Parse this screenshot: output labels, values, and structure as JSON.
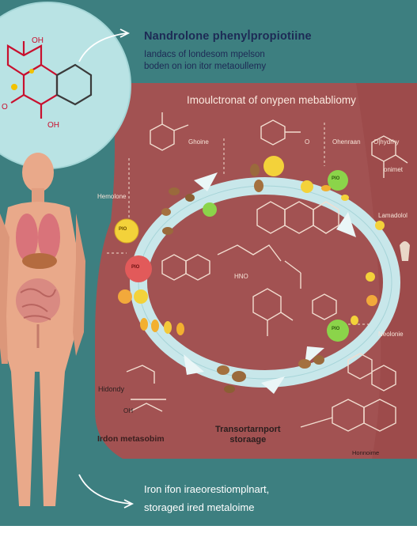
{
  "header": {
    "title": "Nandrolone phenyl̇propiotiine",
    "subtitle_line1": "Iandacs of londesom mpelson",
    "subtitle_line2": "boden on ion itor metaoullemy"
  },
  "molecule_labels": {
    "oh_top": "OH",
    "oh_left": "O",
    "oh_bottom": "OH"
  },
  "panel": {
    "title": "Imoulctronat of onypen mebabliomy",
    "labels": {
      "ghoine": "Ghoine",
      "o_mid": "O",
      "ohenraan": "Ohenraan",
      "ohhydrhy": "O|hydrhy",
      "onimet": "onimet",
      "hemolone": "Hemolone",
      "lamadolol": "Lamadolol",
      "hno": "HNO",
      "neolonie": "Neolonie",
      "hidondy": "Hidondy",
      "oh": "OH"
    },
    "transport_line1": "Transortarnport",
    "transport_line2": "storaage",
    "iron_metabolism": "Irdon metasobim",
    "hormone": "Honnoime"
  },
  "pill_labels": {
    "yellow_left": "PIO",
    "red_left": "PIO",
    "green_top": "PIO",
    "green_bottom": "PIO"
  },
  "footer": {
    "line1": "Iron ifon iraeorestiomplnart,",
    "line2": "storaged ired metaloime"
  },
  "colors": {
    "background": "#3d7f80",
    "panel": "#a8504f",
    "circle": "#b9e3e4"
  },
  "icons": [
    "arrow-top-icon",
    "arrow-bottom-icon",
    "human-body-icon",
    "molecule-icon"
  ]
}
